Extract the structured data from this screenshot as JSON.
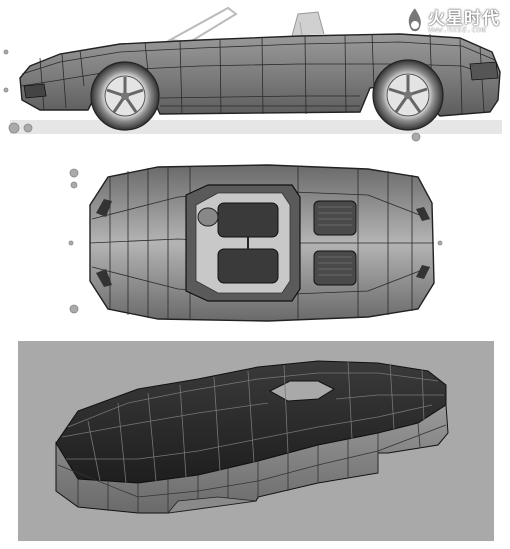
{
  "watermark": {
    "brand_text": "火星时代",
    "url_text": "www.hxsd.com"
  },
  "colors": {
    "mesh_dark": "#2e2e2e",
    "body_fill": "#8c8c8c",
    "persp_background": "#a9a9a9",
    "wire": "#1a1a1a"
  },
  "views": [
    "side-view",
    "top-view",
    "perspective-view"
  ]
}
